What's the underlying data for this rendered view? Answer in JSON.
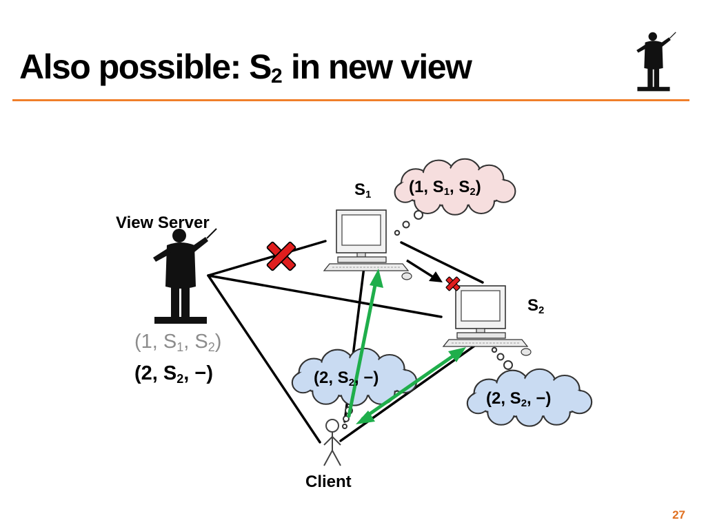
{
  "slide": {
    "title_main": "Also possible: S",
    "title_sub": "2",
    "title_rest": " in new view",
    "page_number": "27"
  },
  "labels": {
    "view_server": "View Server",
    "client": "Client",
    "s1_main": "S",
    "s1_sub": "1",
    "s2_main": "S",
    "s2_sub": "2"
  },
  "view_server_views": {
    "old": {
      "a": "(1, S",
      "a_sub": "1",
      "b": ", S",
      "b_sub": "2",
      "c": ")"
    },
    "current": {
      "a": "(2, S",
      "a_sub": "2",
      "b": ", −)"
    }
  },
  "thought_bubbles": {
    "s1": {
      "a": "(1, S",
      "a_sub": "1",
      "b": ", S",
      "b_sub": "2",
      "c": ")",
      "color": "#f6dede"
    },
    "s2": {
      "a": "(2, S",
      "a_sub": "2",
      "b": ", −)",
      "color": "#c9dbf2"
    },
    "client": {
      "a": "(2, S",
      "a_sub": "2",
      "b": ", −)",
      "color": "#c9dbf2"
    }
  },
  "colors": {
    "accent": "#f07f2a",
    "arrow_green": "#1fae4b",
    "failure_red": "#e01e1e",
    "old_view_gray": "#8c8c8c"
  },
  "icons": [
    "conductor-icon",
    "computer-icon",
    "stick-figure-icon",
    "red-x-icon",
    "thought-cloud-icon"
  ]
}
